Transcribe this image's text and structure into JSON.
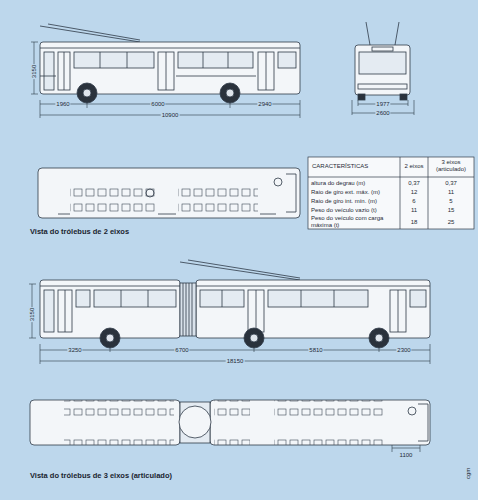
{
  "diagram": {
    "labels": [
      "1960",
      "6000",
      "2940",
      "10900",
      "3150",
      "1977",
      "2600",
      "Vista do trólebus de 2 eixos",
      "CARACTERÍSTICAS",
      "2 eixos",
      "3 eixos (articulado)",
      "altura do degrau (m)",
      "0,37",
      "0,37",
      "Raio de giro ext. máx. (m)",
      "12",
      "11",
      "Raio de giro int. mín. (m)",
      "6",
      "5",
      "Peso do veículo vazio (t)",
      "11",
      "15",
      "Peso do veículo com carga máxima (t)",
      "18",
      "25",
      "3250",
      "6700",
      "5810",
      "2300",
      "18150",
      "3150",
      "1100",
      "Vista do trólebus de 3 eixos (articulado)",
      "cgm"
    ]
  }
}
